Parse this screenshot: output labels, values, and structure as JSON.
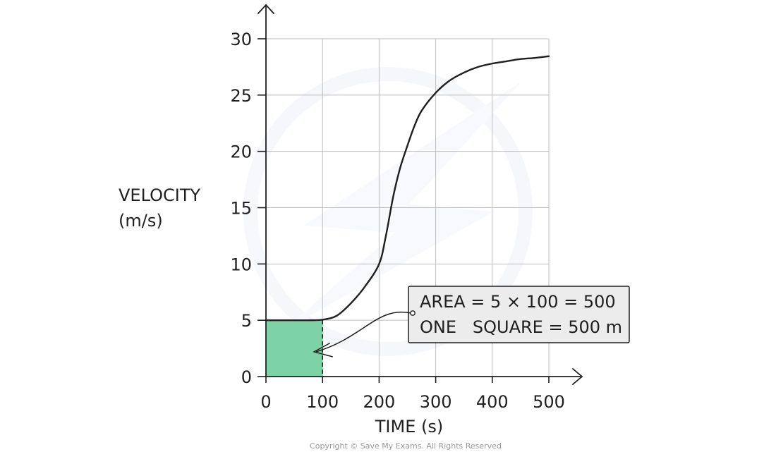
{
  "chart_data": {
    "type": "line",
    "x": [
      0,
      25,
      50,
      75,
      100,
      125,
      150,
      175,
      200,
      212,
      225,
      237,
      250,
      262,
      275,
      300,
      325,
      350,
      375,
      400,
      425,
      450,
      475,
      500
    ],
    "y": [
      5,
      5,
      5,
      5,
      5.05,
      5.4,
      6.5,
      8,
      10,
      12.5,
      16,
      18.5,
      20.5,
      22.2,
      23.6,
      25.2,
      26.3,
      27,
      27.5,
      27.8,
      28,
      28.2,
      28.3,
      28.45
    ],
    "xlabel": "TIME (s)",
    "ylabel_line1": "VELOCITY",
    "ylabel_line2": "(m/s)",
    "xlim": [
      0,
      500
    ],
    "ylim": [
      0,
      30
    ],
    "xticks": [
      0,
      100,
      200,
      300,
      400,
      500
    ],
    "yticks": [
      0,
      5,
      10,
      15,
      20,
      25,
      30
    ],
    "grid": true,
    "shaded_region": {
      "x_from": 0,
      "x_to": 100,
      "y_from": 0,
      "y_to": 5,
      "color": "#7dd3a6"
    },
    "annotation": {
      "line1": "AREA = 5 × 100 = 500",
      "line2": "ONE   SQUARE = 500 m",
      "target_x": 85,
      "target_y": 2.2
    },
    "colors": {
      "curve": "#1f1f1f",
      "grid": "#bdbdbd",
      "axis": "#1f1f1f",
      "annotation_box": "#ececec"
    }
  },
  "copyright": "Copyright © Save My Exams. All Rights Reserved"
}
